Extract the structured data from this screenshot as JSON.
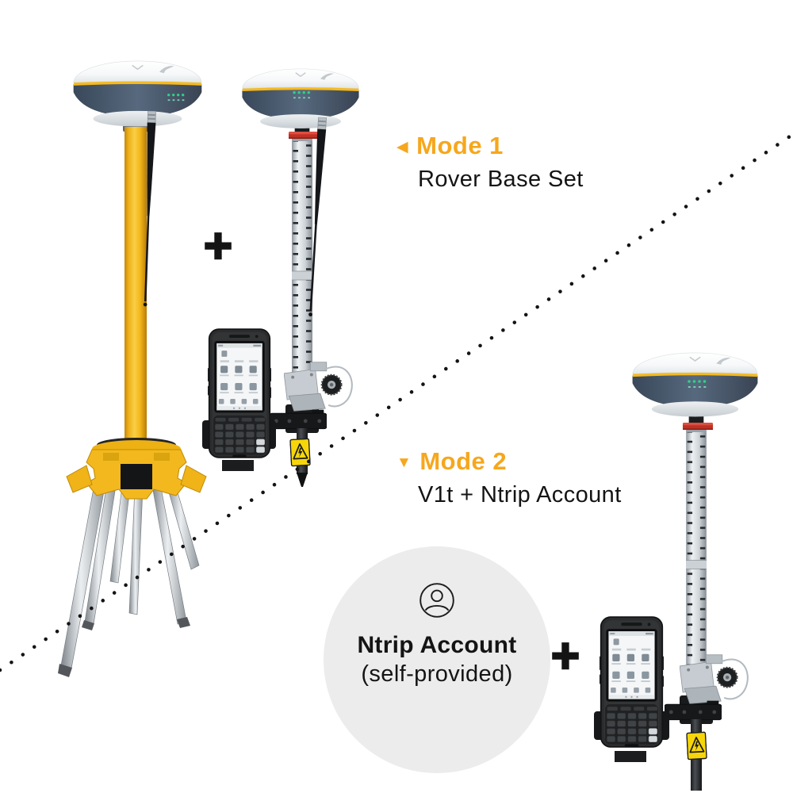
{
  "colors": {
    "accent": "#F6A71D",
    "text": "#141414",
    "circle_bg": "#ECECEC",
    "dot": "#141414",
    "equipment_yellow": "#F3B71C",
    "band_slate": "#4A5A6E",
    "led_green": "#2FD189"
  },
  "mode1": {
    "marker": "◀",
    "title": "Mode 1",
    "subtitle": "Rover Base Set"
  },
  "mode2": {
    "marker": "▼",
    "title": "Mode 2",
    "subtitle": "V1t + Ntrip Account"
  },
  "ntrip_badge": {
    "icon": "person-icon",
    "title": "Ntrip Account",
    "subtitle": "(self-provided)"
  },
  "operators": {
    "plus_mode1": "+",
    "plus_mode2": "+"
  }
}
